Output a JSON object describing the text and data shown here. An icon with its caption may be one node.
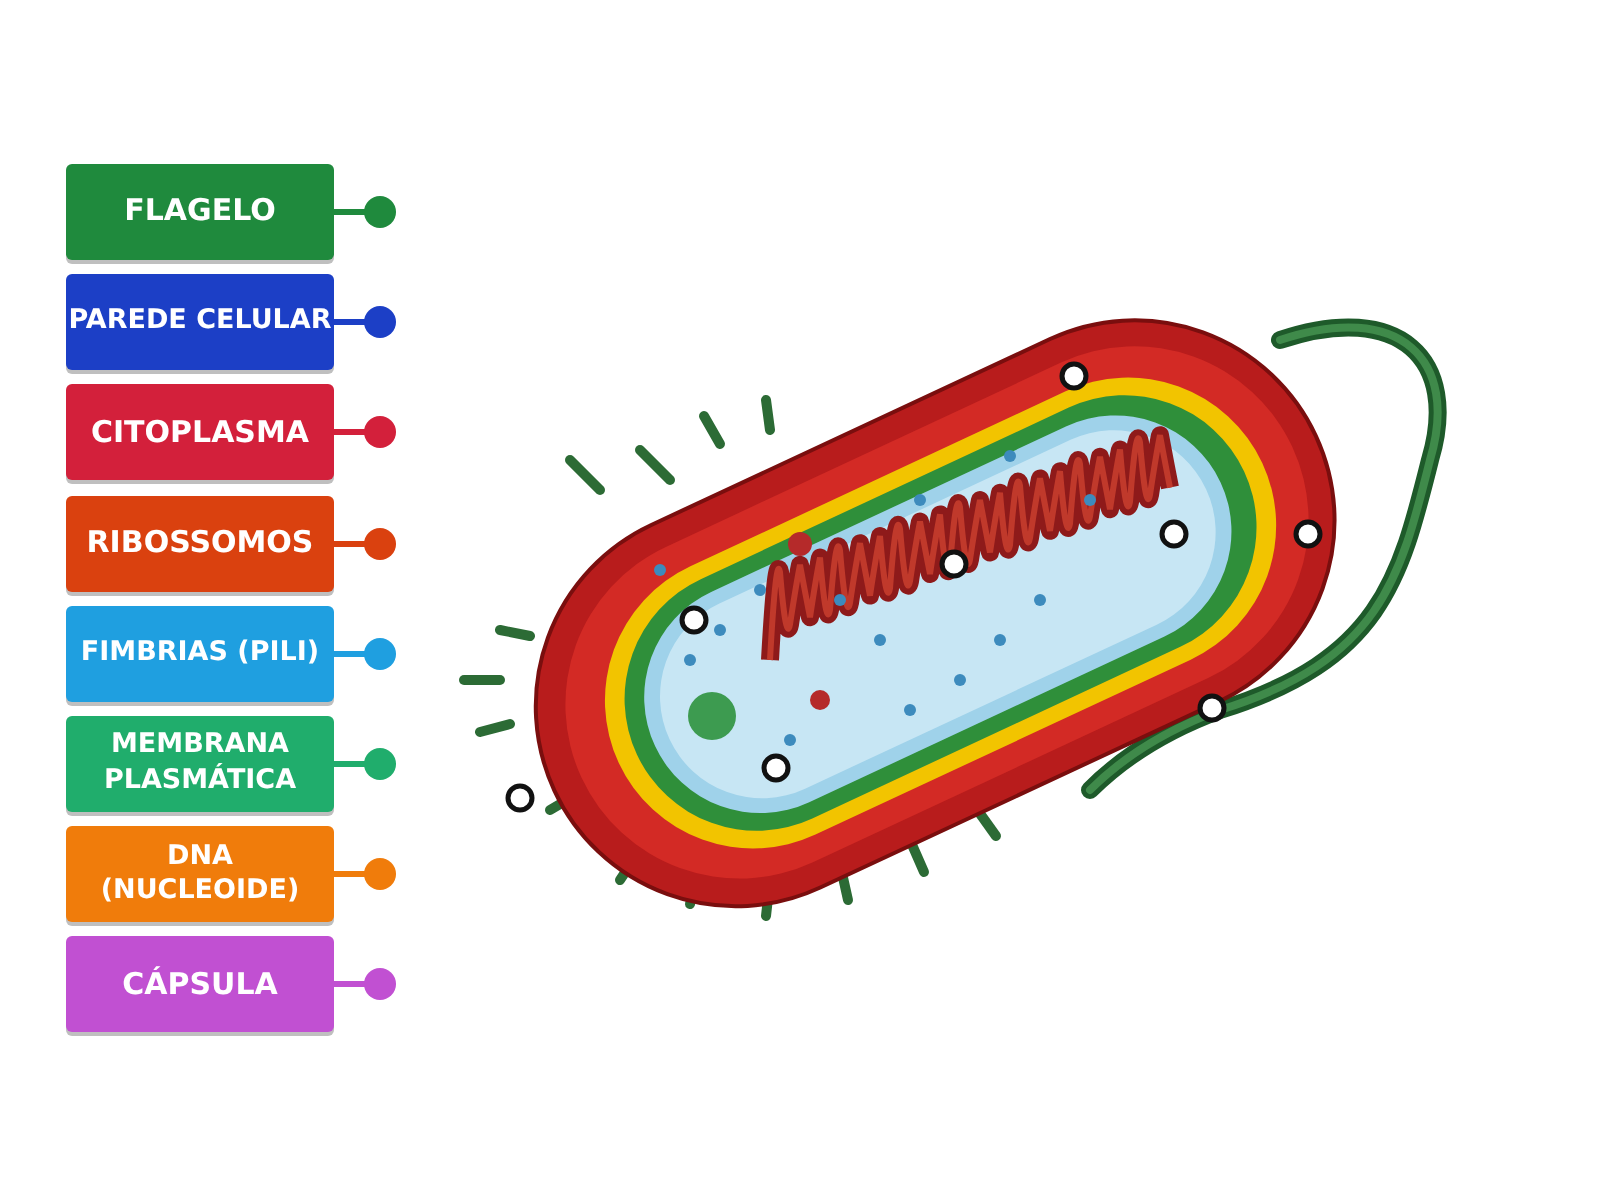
{
  "diagram": {
    "nodes": [
      {
        "text": [
          "FLAGELO"
        ]
      },
      {
        "text": [
          "PAREDE CELULAR"
        ]
      },
      {
        "text": [
          "CITOPLASMA"
        ]
      },
      {
        "text": [
          "RIBOSSOMOS"
        ]
      },
      {
        "text": [
          "FIMBRIAS (PILI)"
        ]
      },
      {
        "text": [
          "MEMBRANA PLASMÁTICA"
        ]
      },
      {
        "text": [
          "DNA (NUCLEOIDE)"
        ]
      },
      {
        "text": [
          "CÁPSULA"
        ]
      }
    ]
  }
}
